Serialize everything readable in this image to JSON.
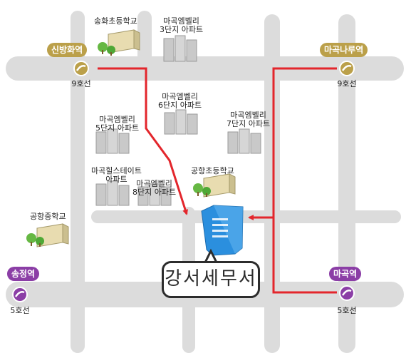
{
  "colors": {
    "road": "#dcdcdc",
    "route": "#e3262c",
    "line9": "#bba04a",
    "line5": "#8b3ea6",
    "destination": "#2b8fde",
    "callout_border": "#2c2c2c"
  },
  "stations": [
    {
      "id": "sinbanghwa",
      "name": "신방화역",
      "line": "9호선",
      "badge_color": "#bba04a",
      "icon": "metro-line9-icon"
    },
    {
      "id": "magongnaru",
      "name": "마곡나루역",
      "line": "9호선",
      "badge_color": "#bba04a",
      "icon": "metro-line9-icon"
    },
    {
      "id": "songjeong",
      "name": "송정역",
      "line": "5호선",
      "badge_color": "#8b3ea6",
      "icon": "metro-line5-icon"
    },
    {
      "id": "magok",
      "name": "마곡역",
      "line": "5호선",
      "badge_color": "#8b3ea6",
      "icon": "metro-line5-icon"
    }
  ],
  "landmarks": [
    {
      "id": "songhwa-elementary",
      "lines": [
        "송화초등학교"
      ],
      "icon": "school-icon"
    },
    {
      "id": "magok-3",
      "lines": [
        "마곡엠벨리",
        "3단지 아파트"
      ],
      "icon": "apartment-icon"
    },
    {
      "id": "magok-6",
      "lines": [
        "마곡엠벨리",
        "6단지 아파트"
      ],
      "icon": "apartment-icon"
    },
    {
      "id": "magok-7",
      "lines": [
        "마곡엠벨리",
        "7단지 아파트"
      ],
      "icon": "apartment-icon"
    },
    {
      "id": "magok-5",
      "lines": [
        "마곡엠벨리",
        "5단지 아파트"
      ],
      "icon": "apartment-icon"
    },
    {
      "id": "magok-hillstate",
      "lines": [
        "마곡힐스테이트",
        "아파트"
      ],
      "icon": "apartment-icon"
    },
    {
      "id": "magok-8",
      "lines": [
        "마곡엠벨리",
        "8단지 아파트"
      ],
      "icon": "apartment-icon"
    },
    {
      "id": "gonghang-elementary",
      "lines": [
        "공항초등학교"
      ],
      "icon": "school-icon"
    },
    {
      "id": "gonghang-middle",
      "lines": [
        "공항중학교"
      ],
      "icon": "school-icon"
    }
  ],
  "destination": {
    "name": "강서세무서",
    "icon": "tax-office-building-icon"
  }
}
